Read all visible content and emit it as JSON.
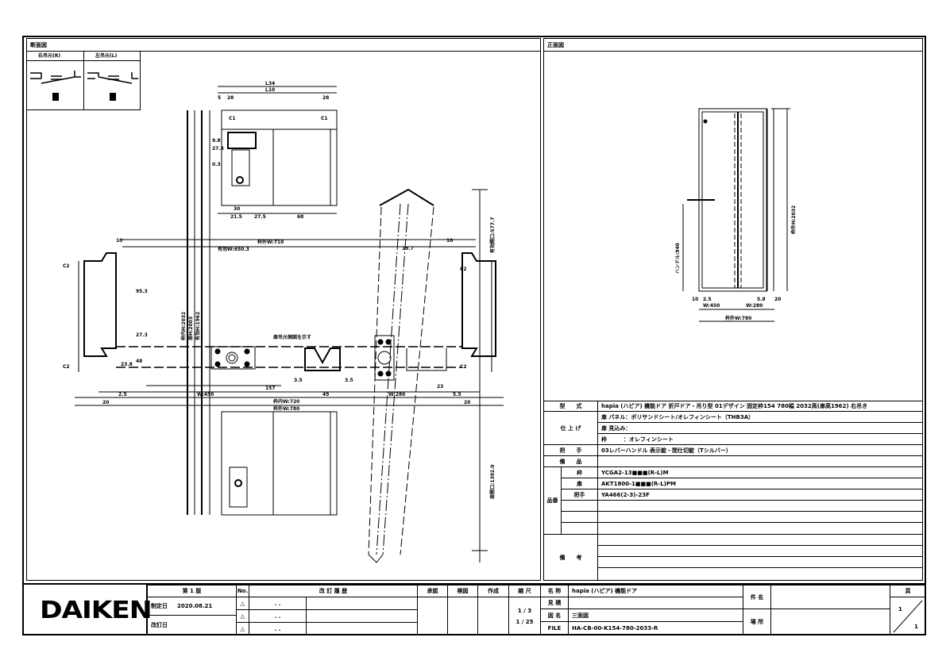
{
  "sheet": {
    "section_view_title": "断面図",
    "front_view_title": "正面図",
    "hinge_right_label": "右吊元(R)",
    "hinge_left_label": "左吊元(L)"
  },
  "dimensions": {
    "top_L34": "L34",
    "top_L10": "L10",
    "d_28a": "28",
    "d_28b": "28",
    "d_5": "5",
    "d_30": "30",
    "d_21_5": "21.5",
    "d_27_5": "27.5",
    "d_68": "68",
    "d_9_8": "9.8",
    "d_27_8": "27.8",
    "d_0_3": "0.3",
    "opening_width": "枠外W:710",
    "inner_width": "有効W:650.3",
    "d_10a": "10",
    "d_10b": "10",
    "d_19_7": "19.7",
    "d_95_3": "95.3",
    "d_27_3": "27.3",
    "d_23_8": "23.8",
    "d_48": "48",
    "d_2_5": "2.5",
    "d_157": "157",
    "d_3_5a": "3.5",
    "d_3_5b": "3.5",
    "d_49": "49",
    "d_23": "23",
    "d_5_5": "5.5",
    "w_450": "W:450",
    "w_280": "W:280",
    "frame_inner": "枠内W:720",
    "frame_outer": "枠外W:780",
    "d_20a": "20",
    "d_20b": "20",
    "h_2032": "枠内H:2032",
    "h_2003": "扉H:2003",
    "h_1962": "有効H:1962",
    "swing_577": "有効開口:577.7",
    "swing_2": "扉開口:1392.0",
    "handle_note": "扉吊元側図を示す",
    "front_height": "枠外H:2032",
    "handle_height": "ハンドル:940",
    "front_w_450": "W:450",
    "front_w_280": "W:280",
    "front_w_780": "枠外W:780",
    "front_d_10": "10",
    "front_d_2_5": "2.5",
    "front_d_5_8": "5.8",
    "front_d_20": "20"
  },
  "spec_table": {
    "model_label": "型　　式",
    "model_value": "hapia (ハピア) 機能ドア 折戸ドア・吊り型 01デザイン 固定枠154 780幅 2032高(扉高1962) 右吊き",
    "finish_label": "仕 上 げ",
    "finish_rows": [
      "扉 パネル：ポリサンドシート/オレフィンシート（THB3A）",
      "扉 見込み：",
      "枠　　　：オレフィンシート"
    ],
    "handle_label": "把　　手",
    "handle_value": "03レバーハンドル 表示錠・間仕切錠（Tシルバー）",
    "parts_label": "備　　品",
    "parts_value": "",
    "product_label": "品番",
    "product_rows": [
      {
        "label": "枠",
        "value": "YCGA2-13■■■(R-L)M"
      },
      {
        "label": "扉",
        "value": "AKT1800-1■■■(R-L)PM"
      },
      {
        "label": "把手",
        "value": "YA466(2-3)-23F"
      }
    ],
    "remarks_label": "備　　考"
  },
  "title_block": {
    "logo": "DAIKEN",
    "edition": "第 1 版",
    "created_label": "制定日",
    "created_date": "2020.08.21",
    "revised_label": "改訂日",
    "no_label": "No.",
    "revision_header": "改 訂 履 歴",
    "revision_dates": [
      ". .",
      ". .",
      ". ."
    ],
    "approve": "承認",
    "check": "検図",
    "author": "作成",
    "scale_label": "縮 尺",
    "scales": [
      "1 / 3",
      "1 / 25"
    ],
    "name_label": "名 称",
    "name_value": "hapia (ハピア) 機能ドア",
    "spec_label": "見 積",
    "drawing_label": "図 名",
    "drawing_value": "三面図",
    "file_label": "FILE",
    "file_value": "HA-CB-00-K154-780-2033-R",
    "project_label": "件 名",
    "location_label": "場 所",
    "page_label": "頁",
    "page_current": "1",
    "page_total": "1"
  }
}
